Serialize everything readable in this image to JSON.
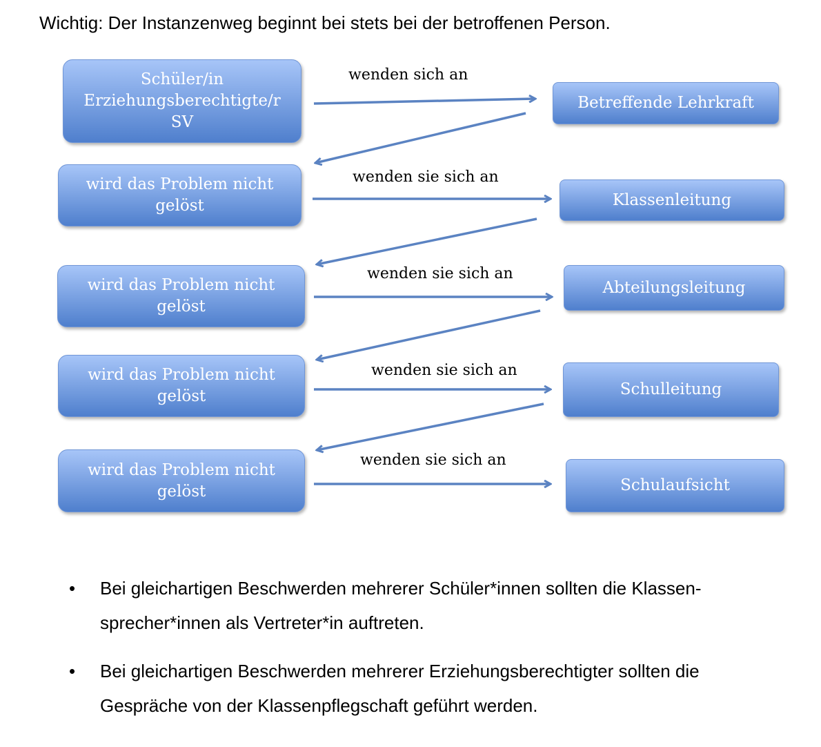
{
  "title": "Wichtig: Der Instanzenweg beginnt bei stets bei der betroffenen Person.",
  "left_boxes": [
    "Schüler/in\nErziehungsberechtigte/r\nSV",
    "wird das Problem nicht\ngelöst",
    "wird das Problem nicht\ngelöst",
    "wird das Problem nicht\ngelöst",
    "wird das Problem nicht\ngelöst"
  ],
  "right_boxes": [
    "Betreffende Lehrkraft",
    "Klassenleitung",
    "Abteilungsleitung",
    "Schulleitung",
    "Schulaufsicht"
  ],
  "arrow_labels": [
    "wenden sich an",
    "wenden sie sich an",
    "wenden sie sich an",
    "wenden sie sich an",
    "wenden sie sich an"
  ],
  "bullets": [
    "Bei gleichartigen Beschwerden mehrerer Schüler*innen sollten die Klassen-sprecher*innen als Vertreter*in auftreten.",
    "Bei gleichartigen Beschwerden mehrerer Erziehungsberechtigter sollten die Gespräche von der Klassenpflegschaft geführt werden."
  ],
  "bullet_symbol": "•",
  "colors": {
    "arrow": "#5b83c2",
    "box_top": "#a7c5f8",
    "box_bottom": "#4f7fcd"
  }
}
